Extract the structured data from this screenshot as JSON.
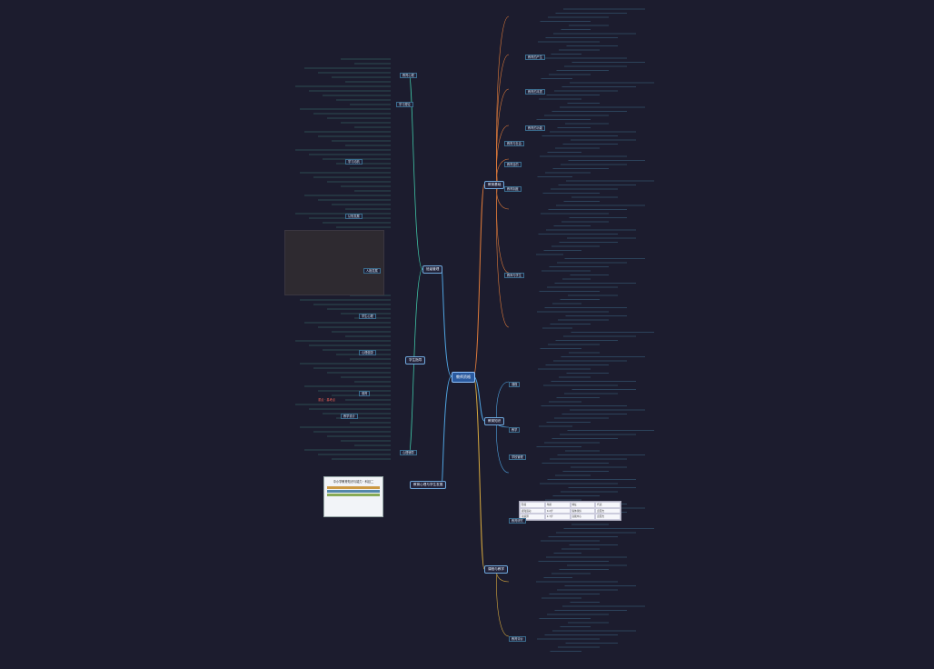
{
  "center": {
    "label": "教师资格"
  },
  "branches": {
    "b1": {
      "label": "教育基础",
      "color": "#e07b3a"
    },
    "b2": {
      "label": "教育知识",
      "color": "#4fa3e0"
    },
    "b3": {
      "label": "班级管理",
      "color": "#3fc3a5"
    },
    "b4": {
      "label": "课程与教学",
      "color": "#e0c24f"
    },
    "b5": {
      "label": "学生指导",
      "color": "#d35b8a"
    },
    "b6": {
      "label": "教育心理与学生发展",
      "color": "#5fc1ff"
    }
  },
  "left_hubs": [
    "教育心理",
    "学习理论",
    "学习动机",
    "认知发展",
    "人格发展",
    "学生心理",
    "心理健康",
    "德育",
    "教学设计",
    "心理辅导"
  ],
  "right_hubs": [
    "教育的产生",
    "教育的本质",
    "教育的功能",
    "教育与社会",
    "教育目的",
    "教育制度",
    "教师与学生",
    "课程",
    "教学",
    "学校管理",
    "教育研究",
    "教育评价"
  ],
  "highlight": {
    "text": "重点 · 易考点"
  },
  "book": {
    "title": "中小学教育知识与能力 · 科目二"
  },
  "table": {
    "cells": [
      "阶段",
      "年龄",
      "特征",
      "代表",
      "感知运动",
      "0-2岁",
      "客体永恒",
      "皮亚杰",
      "前运算",
      "2-7岁",
      "自我中心",
      "皮亚杰"
    ]
  },
  "lines": {
    "stroke_right_top": "#e07b3a",
    "stroke_right_mid": "#4fa3e0",
    "stroke_right_low": "#d7a93e",
    "stroke_left": "#3fc3a5",
    "stroke_left_link": "#4fa3e0"
  }
}
